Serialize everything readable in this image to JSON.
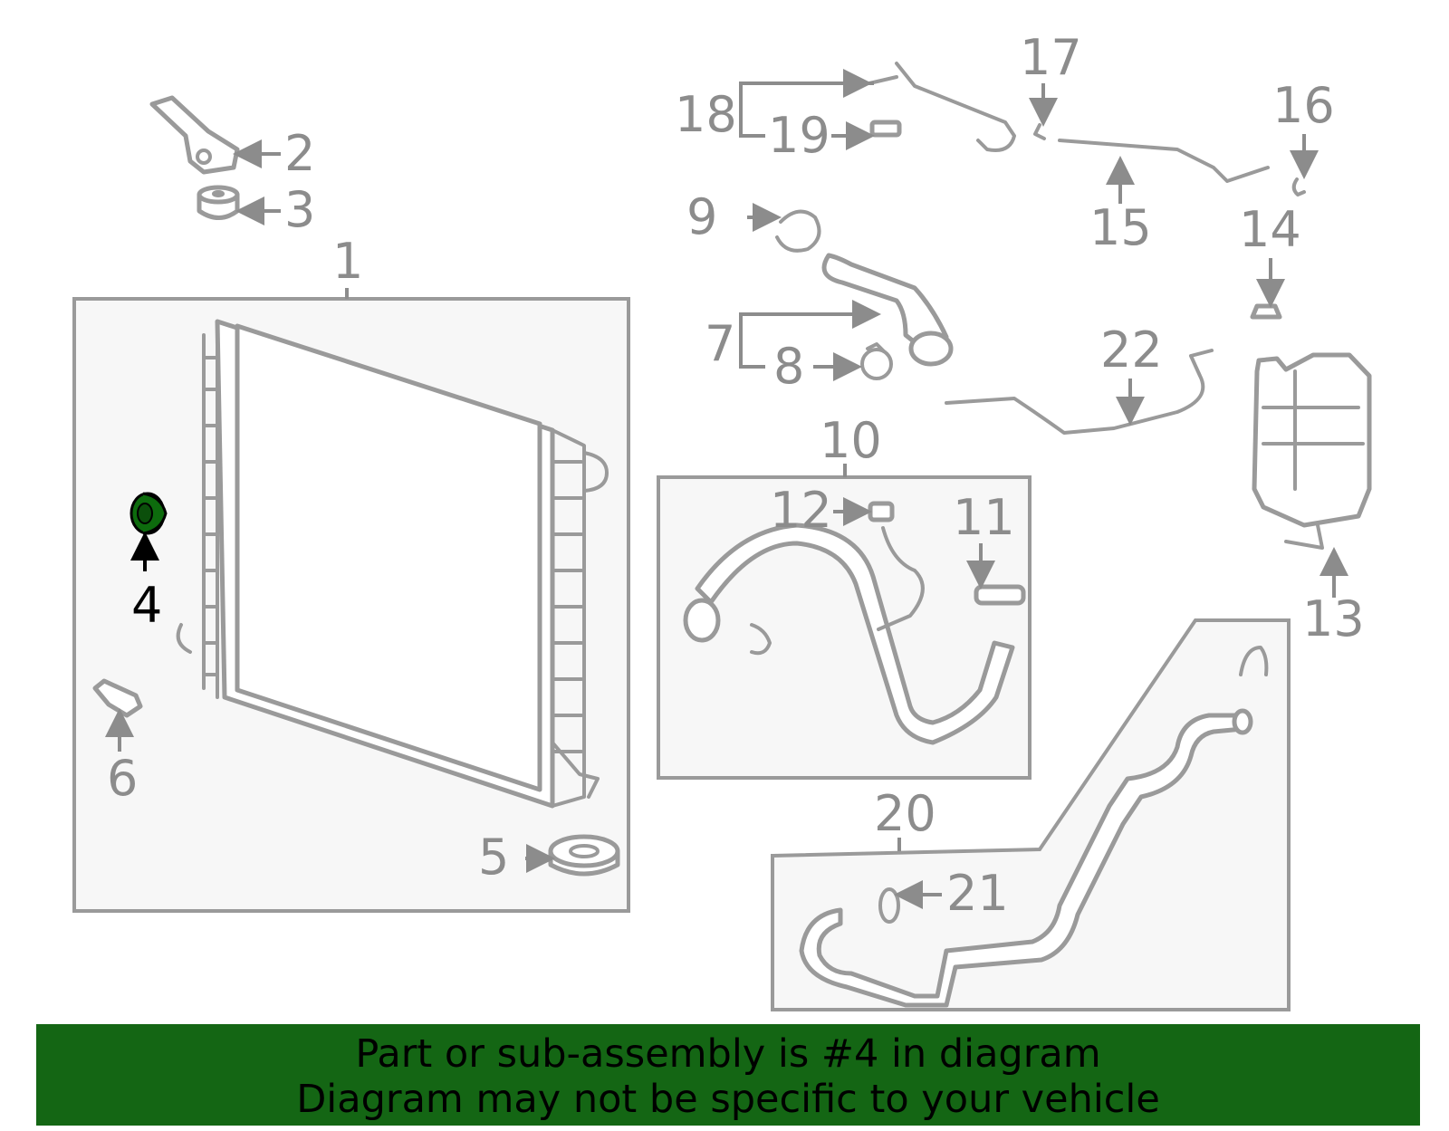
{
  "diagram": {
    "highlight_color": "#0d6b0d",
    "callouts": [
      "1",
      "2",
      "3",
      "4",
      "5",
      "6",
      "7",
      "8",
      "9",
      "10",
      "11",
      "12",
      "13",
      "14",
      "15",
      "16",
      "17",
      "18",
      "19",
      "20",
      "21",
      "22"
    ],
    "highlighted_callout": "4"
  },
  "banner": {
    "color": "#146614",
    "line1": "Part or sub-assembly is #4 in diagram",
    "line2": "Diagram may not be specific to your vehicle"
  }
}
